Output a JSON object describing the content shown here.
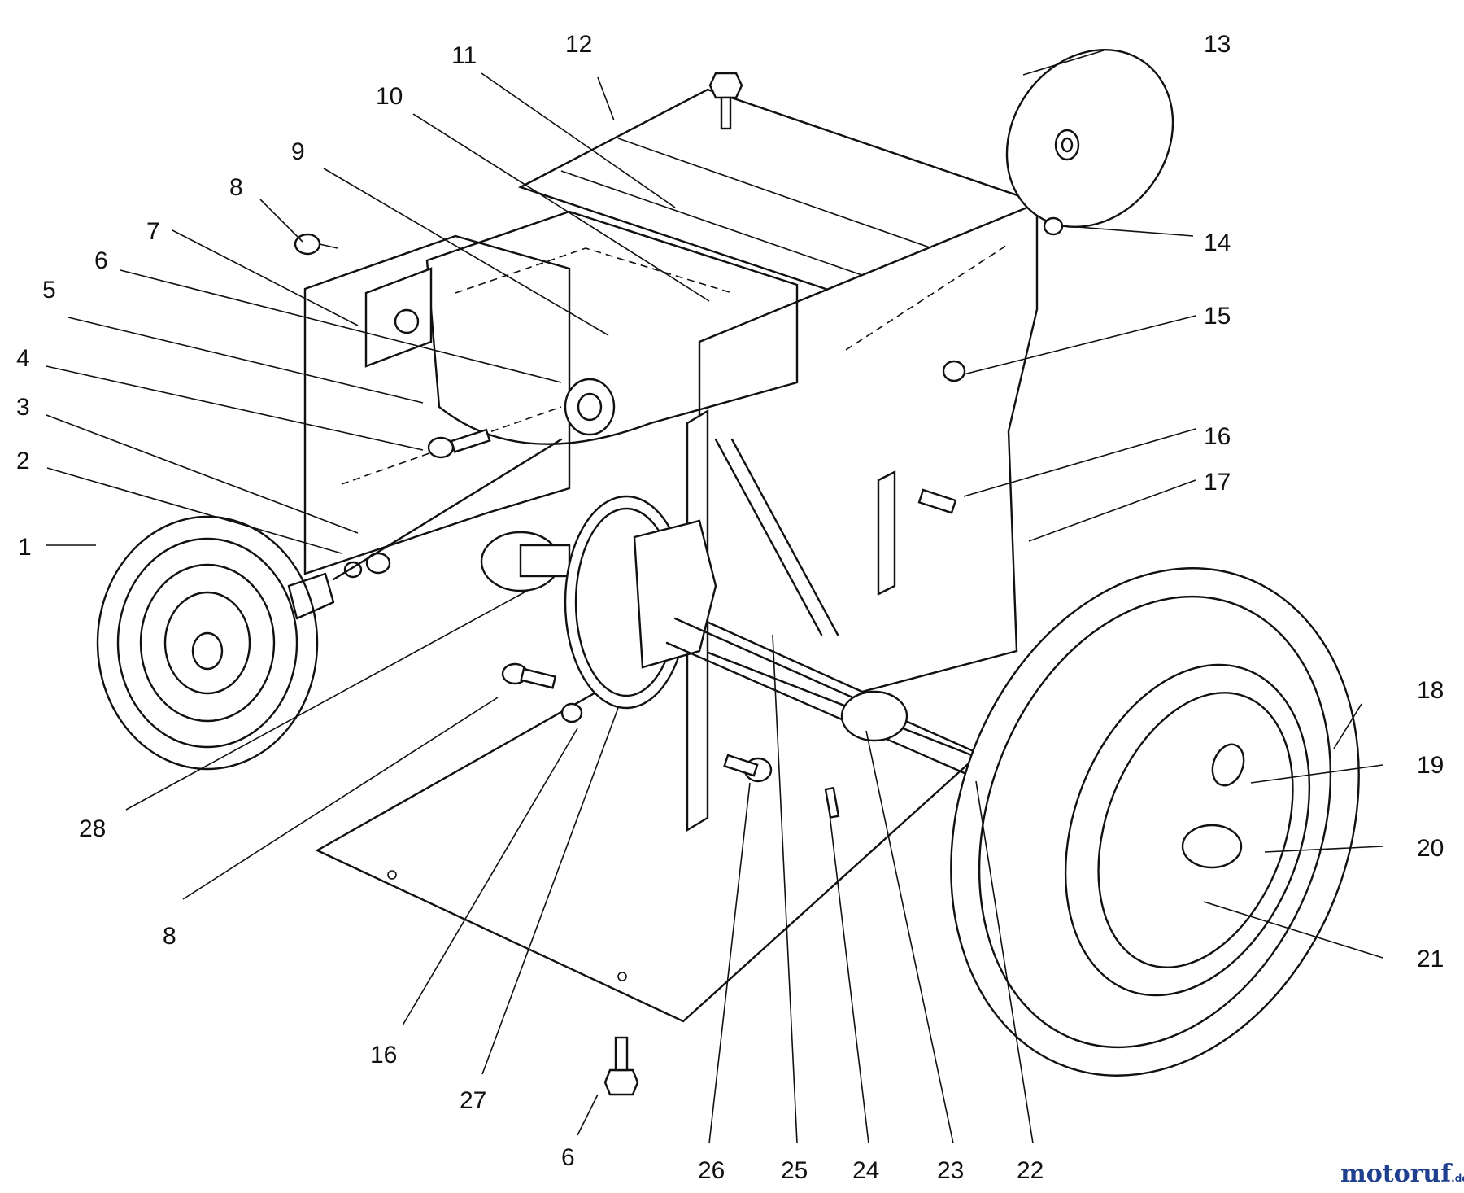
{
  "callouts": [
    {
      "id": "1",
      "label": "1"
    },
    {
      "id": "2",
      "label": "2"
    },
    {
      "id": "3",
      "label": "3"
    },
    {
      "id": "4",
      "label": "4"
    },
    {
      "id": "5",
      "label": "5"
    },
    {
      "id": "6a",
      "label": "6"
    },
    {
      "id": "7",
      "label": "7"
    },
    {
      "id": "8a",
      "label": "8"
    },
    {
      "id": "9",
      "label": "9"
    },
    {
      "id": "10",
      "label": "10"
    },
    {
      "id": "11",
      "label": "11"
    },
    {
      "id": "12",
      "label": "12"
    },
    {
      "id": "13",
      "label": "13"
    },
    {
      "id": "14",
      "label": "14"
    },
    {
      "id": "15",
      "label": "15"
    },
    {
      "id": "16a",
      "label": "16"
    },
    {
      "id": "17",
      "label": "17"
    },
    {
      "id": "18",
      "label": "18"
    },
    {
      "id": "19",
      "label": "19"
    },
    {
      "id": "20",
      "label": "20"
    },
    {
      "id": "21",
      "label": "21"
    },
    {
      "id": "28",
      "label": "28"
    },
    {
      "id": "8b",
      "label": "8"
    },
    {
      "id": "16b",
      "label": "16"
    },
    {
      "id": "27",
      "label": "27"
    },
    {
      "id": "6b",
      "label": "6"
    },
    {
      "id": "26",
      "label": "26"
    },
    {
      "id": "25",
      "label": "25"
    },
    {
      "id": "24",
      "label": "24"
    },
    {
      "id": "23",
      "label": "23"
    },
    {
      "id": "22",
      "label": "22"
    }
  ],
  "watermark": {
    "main": "motoruf",
    "suffix": ".de",
    "colors": {
      "m": "#1f3f8f",
      "o1": "#d62020",
      "rest": "#1f3f8f"
    }
  }
}
